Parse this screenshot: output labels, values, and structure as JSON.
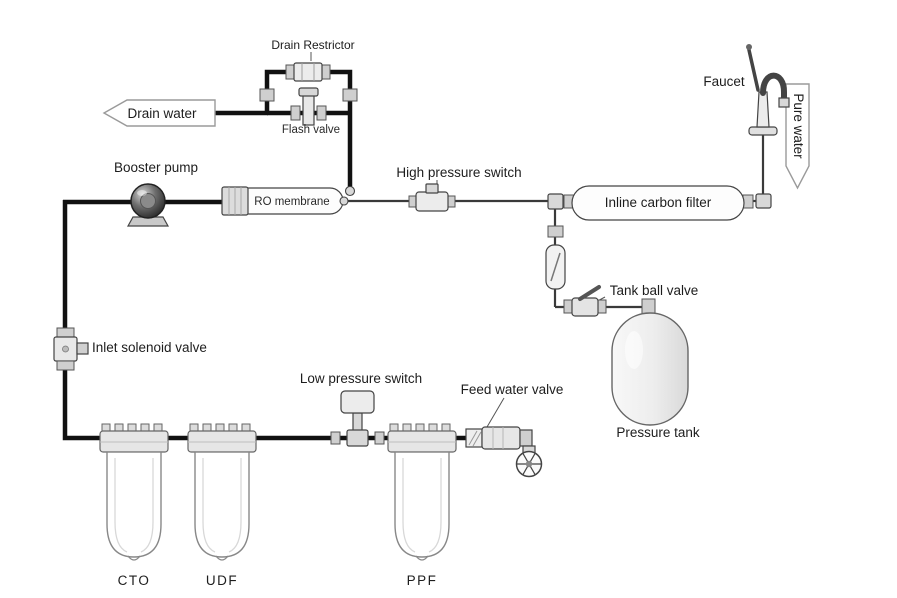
{
  "diagram": {
    "type": "reverse-osmosis-water-system-schematic",
    "colors": {
      "background": "#ffffff",
      "pipe": "#111111",
      "tube": "#3a3a3a",
      "component_fill": "#e8e8e8",
      "banner_outline": "#9a9a9a",
      "text": "#1d1d1d"
    },
    "labels": {
      "drain_restrictor": "Drain Restrictor",
      "flash_valve": "Flash valve",
      "drain_water": "Drain water",
      "booster_pump": "Booster pump",
      "ro_membrane": "RO membrane",
      "high_pressure_switch": "High pressure switch",
      "inline_carbon_filter": "Inline carbon filter",
      "faucet": "Faucet",
      "pure_water": "Pure water",
      "tank_ball_valve": "Tank ball valve",
      "pressure_tank": "Pressure tank",
      "inlet_solenoid_valve": "Inlet solenoid valve",
      "low_pressure_switch": "Low pressure switch",
      "feed_water_valve": "Feed water valve",
      "filters": [
        "CTO",
        "UDF",
        "PPF"
      ]
    }
  }
}
